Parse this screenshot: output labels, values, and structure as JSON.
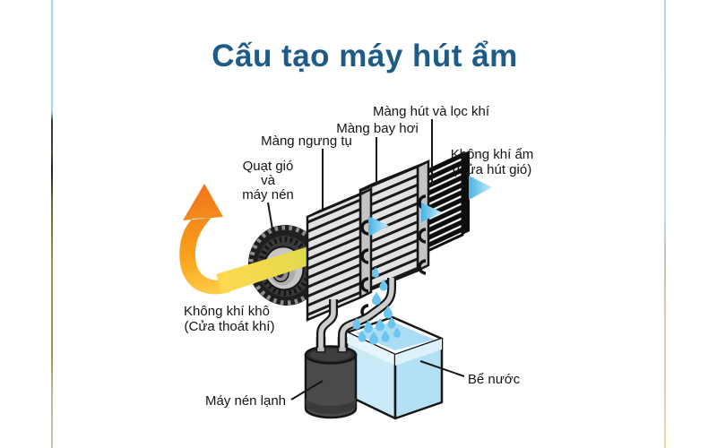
{
  "title": "Cấu tạo máy hút ẩm",
  "labels": {
    "filter_membrane": "Màng hút và lọc khí",
    "evaporator_membrane": "Màng bay hơi",
    "condenser_membrane": "Màng ngưng tụ",
    "fan_line1": "Quạt gió",
    "fan_line2": "và",
    "fan_line3": "máy nén",
    "humid_air_line1": "Không khí ẩm",
    "humid_air_line2": "(Cửa hút gió)",
    "dry_air_line1": "Không khí khô",
    "dry_air_line2": "(Cửa thoát khí)",
    "compressor": "Máy nén lạnh",
    "water_tank": "Bể nước"
  },
  "colors": {
    "title": "#1E5C87",
    "label_text": "#141414",
    "orange_arrow_tip": "#F1731D",
    "orange_arrow_mid": "#F9A21B",
    "yellow_arrow": "#FFD94F",
    "green_arrow": "#BCD84C",
    "blue_arrow_dark": "#45B3E3",
    "blue_arrow_light": "#C8ECFB",
    "water_face": "#C9E9F8",
    "water_surface": "#A9DDF5",
    "drop": "#6CC5EE",
    "panel_gray": "#E2E2E2",
    "panel_slat": "#1A1A1A",
    "panel_dark": "#0D0D0D",
    "pipe_fill": "#CDCDCD",
    "compressor_body": "#4A4A4A",
    "outline": "#161616"
  }
}
